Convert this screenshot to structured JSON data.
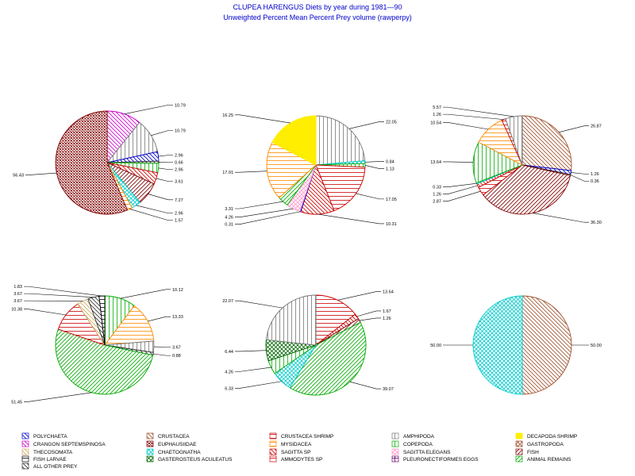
{
  "title": "CLUPEA HARENGUS Diets by year during 1981—90",
  "subtitle": "Unweighted Percent Mean Percent Prey  volume (rawperpy)",
  "categories": [
    {
      "name": "POLYCHAETA",
      "color": "#0000cc",
      "pattern": "diag-back"
    },
    {
      "name": "CRUSTACEA",
      "color": "#a0522d",
      "pattern": "diag-back"
    },
    {
      "name": "CRUSTACEA SHRIMP",
      "color": "#cc0000",
      "pattern": "horiz"
    },
    {
      "name": "AMPHIPODA",
      "color": "#777777",
      "pattern": "vert"
    },
    {
      "name": "DECAPODA SHRIMP",
      "color": "#ffee00",
      "pattern": "solid"
    },
    {
      "name": "CRANGON SEPTEMSPINOSA",
      "color": "#cc00cc",
      "pattern": "diag-back"
    },
    {
      "name": "EUPHAUSIIDAE",
      "color": "#800000",
      "pattern": "crosshatch-dense"
    },
    {
      "name": "MYSIDACEA",
      "color": "#ff8800",
      "pattern": "horiz"
    },
    {
      "name": "COPEPODA",
      "color": "#00aa00",
      "pattern": "vert"
    },
    {
      "name": "GASTROPODA",
      "color": "#a0522d",
      "pattern": "crosshatch"
    },
    {
      "name": "THECOSOMATA",
      "color": "#ccaa66",
      "pattern": "diag-back"
    },
    {
      "name": "CHAETOGNATHA",
      "color": "#00cccc",
      "pattern": "crosshatch"
    },
    {
      "name": "SAGITTA SP",
      "color": "#cc0000",
      "pattern": "diag-back"
    },
    {
      "name": "SAGITTA ELEGANS",
      "color": "#ff99cc",
      "pattern": "crosshatch"
    },
    {
      "name": "FISH",
      "color": "#800000",
      "pattern": "diag-fwd"
    },
    {
      "name": "FISH LARVAE",
      "color": "#000000",
      "pattern": "horiz"
    },
    {
      "name": "GASTEROSTEUS ACULEATUS",
      "color": "#006600",
      "pattern": "crosshatch"
    },
    {
      "name": "AMMODYTES SP",
      "color": "#cc0000",
      "pattern": "horiz"
    },
    {
      "name": "PLEURONECTIFORMES EGGS",
      "color": "#660066",
      "pattern": "grid"
    },
    {
      "name": "ANIMAL REMAINS",
      "color": "#00aa00",
      "pattern": "diag-fwd"
    },
    {
      "name": "ALL OTHER PREY",
      "color": "#333333",
      "pattern": "diag-back"
    }
  ],
  "chart_data": [
    {
      "type": "pie",
      "title": "",
      "slices": [
        {
          "category": "CRANGON SEPTEMSPINOSA",
          "value": 10.79,
          "label": "10.79"
        },
        {
          "category": "AMPHIPODA",
          "value": 10.79,
          "label": "10.79"
        },
        {
          "category": "POLYCHAETA",
          "value": 2.96,
          "label": "2.96"
        },
        {
          "category": "ALL OTHER PREY",
          "value": 0.66,
          "label": "0.66"
        },
        {
          "category": "COPEPODA",
          "value": 2.96,
          "label": "2.96"
        },
        {
          "category": "SAGITTA SP",
          "value": 3.61,
          "label": "3.61"
        },
        {
          "category": "FISH",
          "value": 7.27,
          "label": "7.27"
        },
        {
          "category": "CHAETOGNATHA",
          "value": 2.96,
          "label": "2.96"
        },
        {
          "category": "MYSIDACEA",
          "value": 1.57,
          "label": "1.57"
        },
        {
          "category": "EUPHAUSIIDAE",
          "value": 56.43,
          "label": "56.43"
        }
      ]
    },
    {
      "type": "pie",
      "title": "",
      "slices": [
        {
          "category": "AMPHIPODA",
          "value": 22.05,
          "label": "22.05"
        },
        {
          "category": "CHAETOGNATHA",
          "value": 0.84,
          "label": "0.84"
        },
        {
          "category": "COPEPODA",
          "value": 1.13,
          "label": "1.13"
        },
        {
          "category": "CRUSTACEA SHRIMP",
          "value": 17.05,
          "label": "17.05"
        },
        {
          "category": "SAGITTA SP",
          "value": 10.31,
          "label": "10.31"
        },
        {
          "category": "POLYCHAETA",
          "value": 0.31,
          "label": "0.31"
        },
        {
          "category": "SAGITTA ELEGANS",
          "value": 4.26,
          "label": "4.26"
        },
        {
          "category": "ANIMAL REMAINS",
          "value": 3.31,
          "label": "3.31"
        },
        {
          "category": "MYSIDACEA",
          "value": 17.91,
          "label": "17.91"
        },
        {
          "category": "DECAPODA SHRIMP",
          "value": 16.25,
          "label": "16.25"
        }
      ]
    },
    {
      "type": "pie",
      "title": "",
      "slices": [
        {
          "category": "CRUSTACEA",
          "value": 26.87,
          "label": "26.87"
        },
        {
          "category": "POLYCHAETA",
          "value": 1.26,
          "label": "1.26"
        },
        {
          "category": "ALL OTHER PREY",
          "value": 0.36,
          "label": "0.36"
        },
        {
          "category": "FISH",
          "value": 36.3,
          "label": "36.30"
        },
        {
          "category": "AMMODYTES SP",
          "value": 2.87,
          "label": "2.87"
        },
        {
          "category": "SAGITTA SP",
          "value": 1.26,
          "label": "1.26"
        },
        {
          "category": "CHAETOGNATHA",
          "value": 0.33,
          "label": "0.33"
        },
        {
          "category": "COPEPODA",
          "value": 13.64,
          "label": "13.64"
        },
        {
          "category": "MYSIDACEA",
          "value": 10.54,
          "label": "10.54"
        },
        {
          "category": "CRUSTACEA SHRIMP",
          "value": 1.26,
          "label": "1.26"
        },
        {
          "category": "AMPHIPODA",
          "value": 5.57,
          "label": "5.57"
        }
      ]
    },
    {
      "type": "pie",
      "title": "",
      "slices": [
        {
          "category": "COPEPODA",
          "value": 10.12,
          "label": "10.12"
        },
        {
          "category": "MYSIDACEA",
          "value": 13.33,
          "label": "13.33"
        },
        {
          "category": "AMPHIPODA",
          "value": 3.67,
          "label": "3.67"
        },
        {
          "category": "ALL OTHER PREY",
          "value": 0.88,
          "label": "0.88"
        },
        {
          "category": "ANIMAL REMAINS",
          "value": 51.45,
          "label": "51.45"
        },
        {
          "category": "CRUSTACEA SHRIMP",
          "value": 10.38,
          "label": "10.38"
        },
        {
          "category": "THECOSOMATA",
          "value": 3.67,
          "label": "3.67"
        },
        {
          "category": "ALL OTHER PREY",
          "value": 3.67,
          "label": "3.67"
        },
        {
          "category": "FISH LARVAE",
          "value": 1.83,
          "label": "1.83"
        }
      ]
    },
    {
      "type": "pie",
      "title": "",
      "slices": [
        {
          "category": "CRUSTACEA SHRIMP",
          "value": 13.64,
          "label": "13.64"
        },
        {
          "category": "SAGITTA SP",
          "value": 1.67,
          "label": "1.67"
        },
        {
          "category": "FISH",
          "value": 1.26,
          "label": "1.26"
        },
        {
          "category": "ANIMAL REMAINS",
          "value": 39.07,
          "label": "39.07"
        },
        {
          "category": "CHAETOGNATHA",
          "value": 6.33,
          "label": "6.33"
        },
        {
          "category": "COPEPODA",
          "value": 4.26,
          "label": "4.26"
        },
        {
          "category": "GASTEROSTEUS ACULEATUS",
          "value": 6.44,
          "label": "6.44"
        },
        {
          "category": "AMPHIPODA",
          "value": 22.07,
          "label": "22.07"
        }
      ]
    },
    {
      "type": "pie",
      "title": "",
      "slices": [
        {
          "category": "CRUSTACEA",
          "value": 50.0,
          "label": "50.00"
        },
        {
          "category": "CHAETOGNATHA",
          "value": 50.0,
          "label": "50.00"
        }
      ]
    }
  ]
}
